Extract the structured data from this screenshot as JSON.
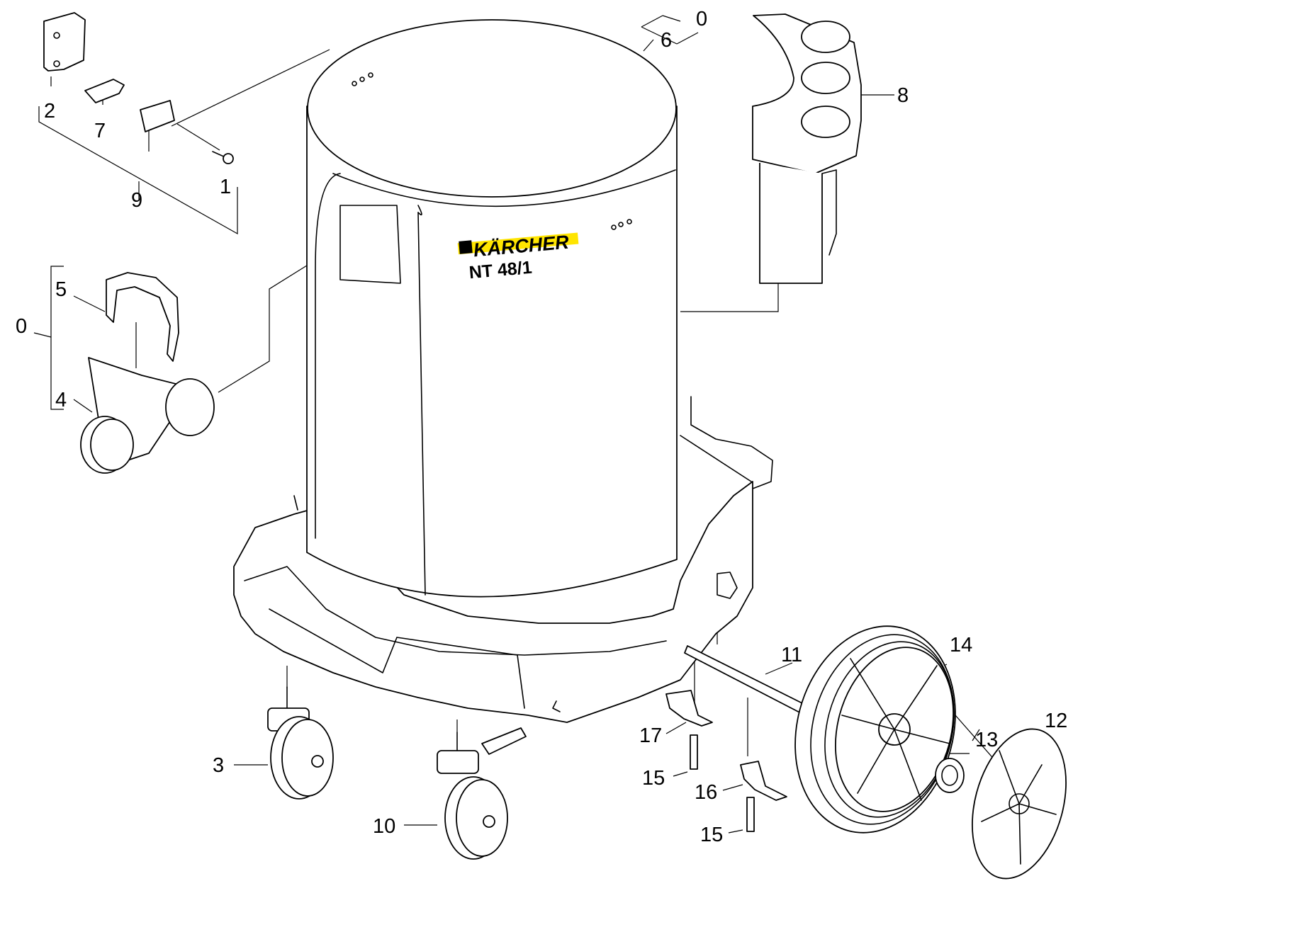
{
  "brand": {
    "name": "KÄRCHER",
    "model": "NT 48/1",
    "accent_color": "#FFE500"
  },
  "labels": {
    "p0_top": "0",
    "p6": "6",
    "p8": "8",
    "p2": "2",
    "p7": "7",
    "p1": "1",
    "p9": "9",
    "p5": "5",
    "p0_left": "0",
    "p4": "4",
    "p11": "11",
    "p14": "14",
    "p12": "12",
    "p13": "13",
    "p17": "17",
    "p15_a": "15",
    "p16": "16",
    "p15_b": "15",
    "p3": "3",
    "p10": "10"
  }
}
